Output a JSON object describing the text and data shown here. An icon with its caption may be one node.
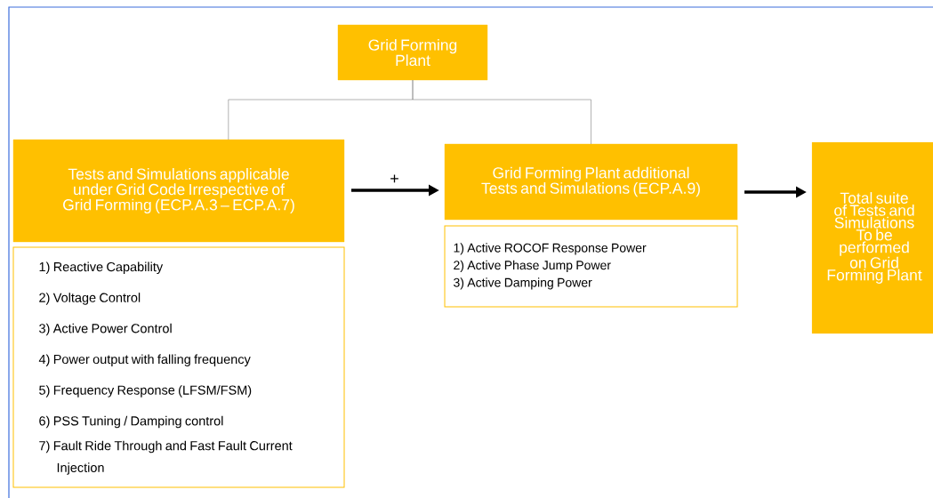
{
  "diagram": {
    "nodes": [
      {
        "text": [
          "Grid Forming Plant"
        ]
      },
      {
        "text": [
          "Tests and Simulations applicable under Grid Code Irrespective of Grid Forming (ECP.A.3 – ECP.A.7)"
        ]
      },
      {
        "text": [
          "1) Reactive Capability",
          "2) Voltage Control",
          "3) Active Power Control",
          "4) Power output with falling frequency",
          "5) Frequency Response (LFSM/FSM)",
          "6) PSS Tuning / Damping control",
          "7) Fault Ride Through and Fast Fault Current Injection"
        ]
      },
      {
        "text": [
          "Grid Forming Plant additional Tests and Simulations (ECP.A.9)"
        ]
      },
      {
        "text": [
          "1) Active ROCOF Response Power",
          "2) Active Phase Jump Power",
          "3) Active Damping Power"
        ]
      },
      {
        "text": [
          "Total suite of Tests and Simulations To be performed on Grid Forming Plant"
        ]
      }
    ],
    "edges": [
      {
        "from": 0,
        "to": 1,
        "arrow": "none"
      },
      {
        "from": 0,
        "to": 3,
        "arrow": "none"
      },
      {
        "from": 1,
        "to": 3,
        "arrow": "to",
        "label": "+",
        "style": "thick",
        "color": "#000000"
      },
      {
        "from": 3,
        "to": 5,
        "arrow": "to",
        "style": "thick",
        "color": "#000000"
      }
    ]
  }
}
